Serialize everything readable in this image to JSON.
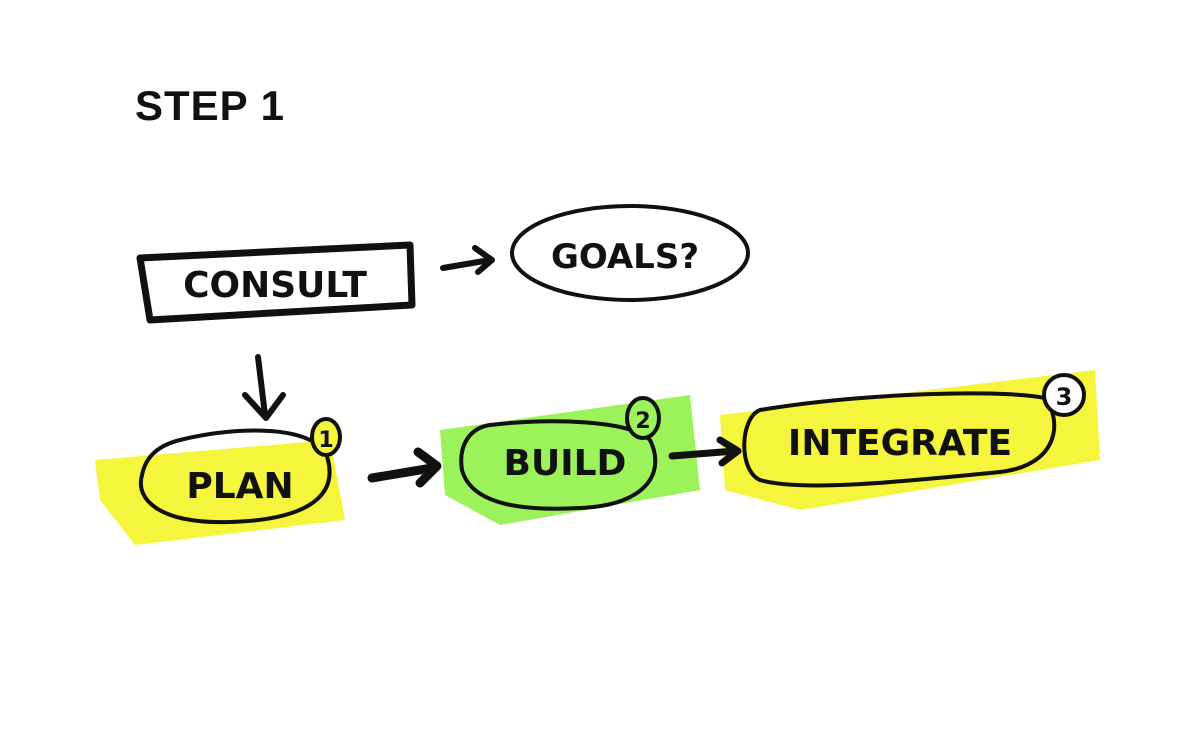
{
  "title": "STEP 1",
  "colors": {
    "yellow": "#f4f53c",
    "green": "#9cf25a",
    "ink": "#111111"
  },
  "nodes": {
    "consult": {
      "label": "CONSULT"
    },
    "goals": {
      "label": "GOALS?"
    },
    "plan": {
      "label": "PLAN",
      "badge": "1"
    },
    "build": {
      "label": "BUILD",
      "badge": "2"
    },
    "integrate": {
      "label": "INTEGRATE",
      "badge": "3"
    }
  }
}
